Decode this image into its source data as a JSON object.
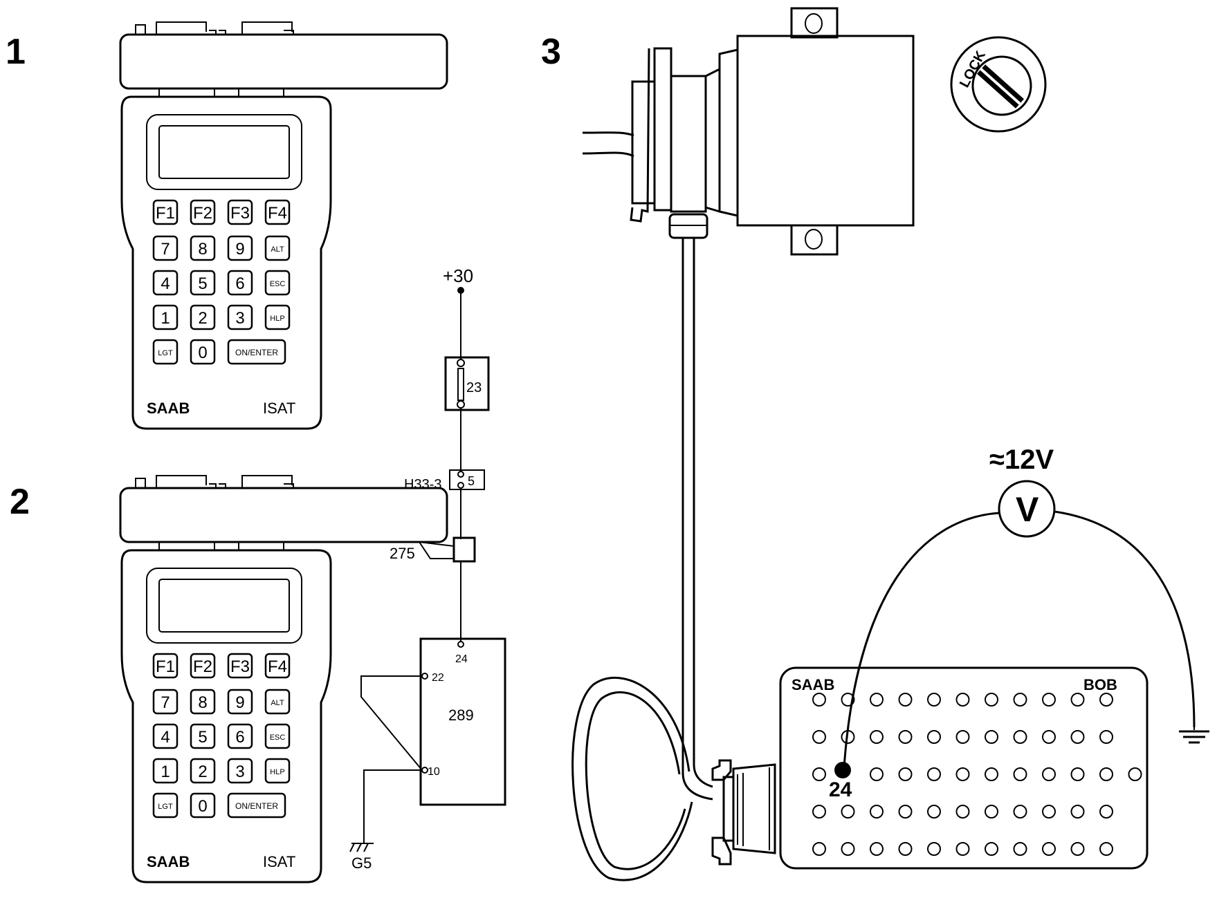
{
  "panels": {
    "p1": "1",
    "p2": "2",
    "p3": "3"
  },
  "tester": {
    "brand": "SAAB",
    "model": "ISAT",
    "keys_row1": [
      "F1",
      "F2",
      "F3",
      "F4"
    ],
    "keys_row2": [
      "7",
      "8",
      "9",
      "ALT"
    ],
    "keys_row3": [
      "4",
      "5",
      "6",
      "ESC"
    ],
    "keys_row4": [
      "1",
      "2",
      "3",
      "HLP"
    ],
    "keys_row5": [
      "LGT",
      "0",
      "ON/ENTER"
    ]
  },
  "circuit": {
    "supply": "+30",
    "fuse": "23",
    "connector": "H33-3",
    "connector_pin": "5",
    "switch": "275",
    "unit": "289",
    "pin_24": "24",
    "pin_22": "22",
    "pin_10": "10",
    "ground": "G5"
  },
  "measurement": {
    "lock_label": "LOCK",
    "voltage": "≈12V",
    "meter_symbol": "V",
    "box_brand": "SAAB",
    "box_name": "BOB",
    "probe_pin": "24"
  }
}
